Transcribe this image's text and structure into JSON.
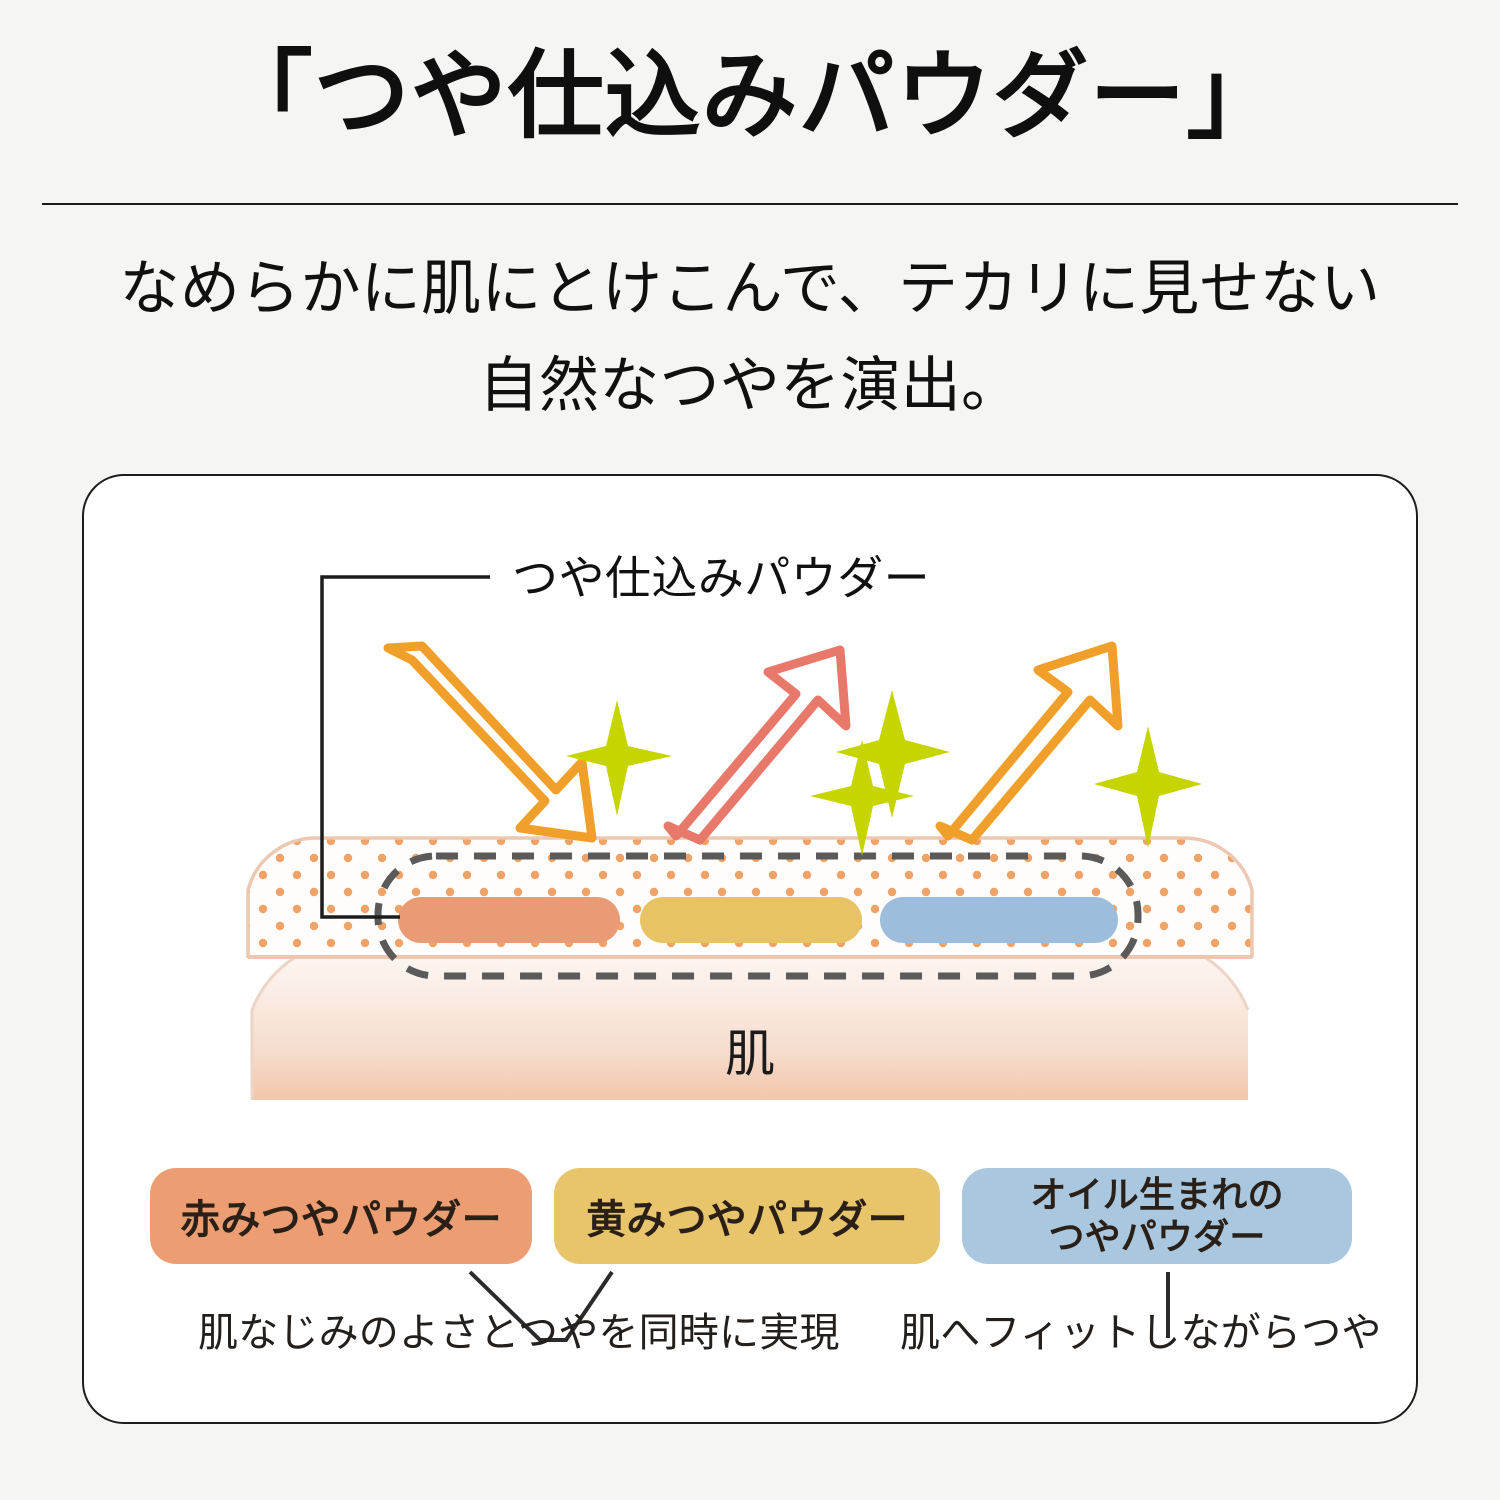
{
  "header": {
    "title": "「つや仕込みパウダー」",
    "subtitle_line1": "なめらかに肌にとけこんで、テカリに見せない",
    "subtitle_line2": "自然なつやを演出。"
  },
  "diagram": {
    "callout_label": "つや仕込みパウダー",
    "skin_label": "肌",
    "powder_pills": [
      {
        "name": "red-powder-pill",
        "color": "#e89b74"
      },
      {
        "name": "yellow-powder-pill",
        "color": "#e8c365"
      },
      {
        "name": "blue-powder-pill",
        "color": "#9cbddc"
      }
    ],
    "arrows": [
      {
        "name": "incoming-light-arrow",
        "color": "#f0a02a",
        "direction": "down-right"
      },
      {
        "name": "reflected-light-arrow-pink",
        "color": "#e8796a",
        "direction": "up-right"
      },
      {
        "name": "reflected-light-arrow-orange",
        "color": "#f0a02a",
        "direction": "up-right"
      }
    ],
    "sparkles": {
      "name": "sparkle-icon",
      "color": "#c6d400",
      "count": 4
    },
    "colors": {
      "powder_layer_dots": "#f0a267",
      "powder_layer_border": "#e8c4ae",
      "skin_gradient_top": "#fdf7f4",
      "skin_gradient_bottom": "#f2c8ae",
      "dashed_outline": "#5a5a5a",
      "leader_line": "#1d1d1d"
    }
  },
  "legend": {
    "chips": [
      {
        "label": "赤みつやパウダー",
        "color": "#ec9e72"
      },
      {
        "label": "黄みつやパウダー",
        "color": "#e8c46b"
      },
      {
        "label_line1": "オイル生まれの",
        "label_line2": "つやパウダー",
        "color": "#a9c8e0"
      }
    ],
    "captions": {
      "left": "肌なじみのよさとつやを同時に実現",
      "right": "肌へフィットしながらつや"
    }
  }
}
